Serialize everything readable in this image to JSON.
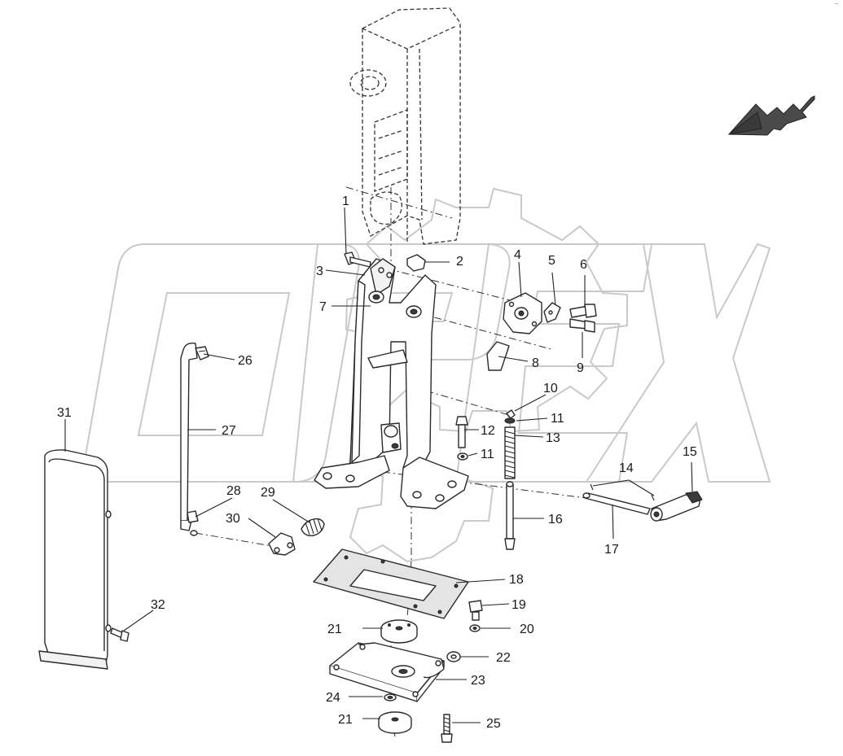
{
  "corner_mark": "~",
  "callouts": {
    "c1": "1",
    "c2": "2",
    "c3": "3",
    "c4": "4",
    "c5": "5",
    "c6": "6",
    "c7": "7",
    "c8": "8",
    "c9": "9",
    "c10": "10",
    "c11a": "11",
    "c11b": "11",
    "c12": "12",
    "c13": "13",
    "c14": "14",
    "c15": "15",
    "c16": "16",
    "c17": "17",
    "c18": "18",
    "c19": "19",
    "c20": "20",
    "c21a": "21",
    "c21b": "21",
    "c22": "22",
    "c23": "23",
    "c24": "24",
    "c25": "25",
    "c26": "26",
    "c27": "27",
    "c28": "28",
    "c29": "29",
    "c30": "30",
    "c31": "31",
    "c32": "32"
  },
  "colors": {
    "line": "#2a2a2a",
    "watermark": "#c9c9c9",
    "background": "#ffffff"
  },
  "icons": {
    "direction_arrow": "front-direction-arrow-icon",
    "watermark": "opex-gear-watermark"
  }
}
